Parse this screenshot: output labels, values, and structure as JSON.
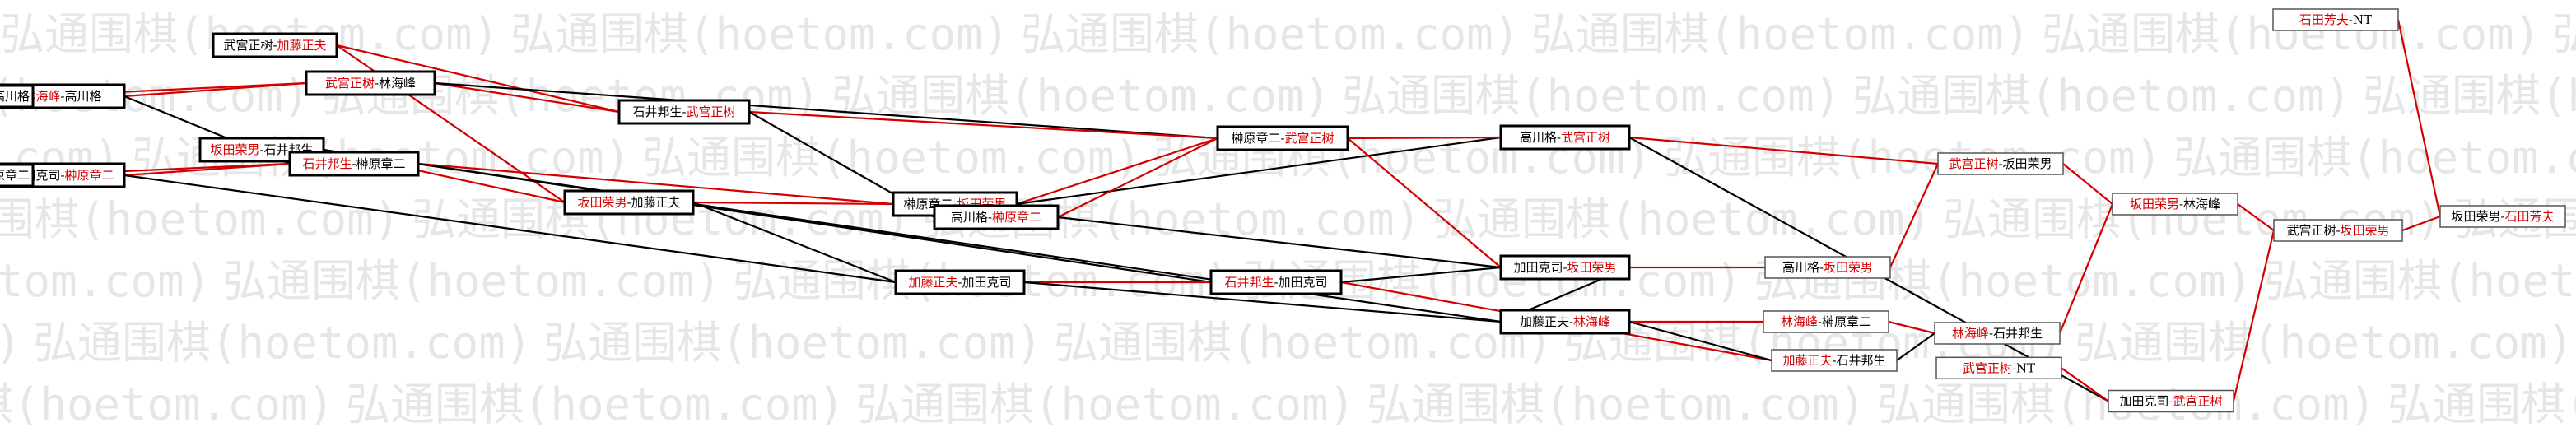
{
  "watermark": "弘通围棋(hoetom.com)",
  "colors": {
    "win": "#d40000",
    "loss": "#000000",
    "box_bold": "#000000",
    "box_light": "#555555",
    "watermark": "#d2d2d2"
  },
  "nodes": [
    {
      "id": "n1",
      "a": "武宫正树",
      "b": "加藤正夫",
      "winner": "b",
      "bold": true
    },
    {
      "id": "n2",
      "a": "林海峰",
      "b": "高川格",
      "winner": "a",
      "bold": true
    },
    {
      "id": "n3",
      "a": "武宫正树",
      "b": "林海峰",
      "winner": "a",
      "bold": true
    },
    {
      "id": "n4",
      "a": "坂田荣男",
      "b": "石井邦生",
      "winner": "a",
      "bold": true
    },
    {
      "id": "n5",
      "a": "加田克司",
      "b": "榊原章二",
      "winner": "b",
      "bold": true
    },
    {
      "id": "n6",
      "a": "石井邦生",
      "b": "榊原章二",
      "winner": "a",
      "bold": true
    },
    {
      "id": "n7",
      "a": "坂田荣男",
      "b": "加藤正夫",
      "winner": "a",
      "bold": true
    },
    {
      "id": "n8",
      "a": "石井邦生",
      "b": "武宫正树",
      "winner": "b",
      "bold": true
    },
    {
      "id": "n9",
      "a": "榊原章二",
      "b": "坂田荣男",
      "winner": "b",
      "bold": true
    },
    {
      "id": "n10",
      "a": "高川格",
      "b": "榊原章二",
      "winner": "b",
      "bold": true
    },
    {
      "id": "n11",
      "a": "加藤正夫",
      "b": "加田克司",
      "winner": "a",
      "bold": true
    },
    {
      "id": "n12",
      "a": "榊原章二",
      "b": "武宫正树",
      "winner": "b",
      "bold": true
    },
    {
      "id": "n13",
      "a": "石井邦生",
      "b": "加田克司",
      "winner": "a",
      "bold": true
    },
    {
      "id": "n14",
      "a": "高川格",
      "b": "武宫正树",
      "winner": "b",
      "bold": true
    },
    {
      "id": "n15",
      "a": "加田克司",
      "b": "坂田荣男",
      "winner": "b",
      "bold": true
    },
    {
      "id": "n16",
      "a": "加藤正夫",
      "b": "林海峰",
      "winner": "b",
      "bold": true
    },
    {
      "id": "n17",
      "a": "武宫正树",
      "b": "坂田荣男",
      "winner": "a",
      "bold": false
    },
    {
      "id": "n18",
      "a": "高川格",
      "b": "坂田荣男",
      "winner": "b",
      "bold": false
    },
    {
      "id": "n19",
      "a": "林海峰",
      "b": "榊原章二",
      "winner": "a",
      "bold": false
    },
    {
      "id": "n20",
      "a": "加藤正夫",
      "b": "石井邦生",
      "winner": "a",
      "bold": false
    },
    {
      "id": "n21",
      "a": "林海峰",
      "b": "石井邦生",
      "winner": "a",
      "bold": false
    },
    {
      "id": "n22",
      "a": "武宫正树",
      "b": "NT",
      "winner": "a",
      "bold": false
    },
    {
      "id": "n23",
      "a": "坂田荣男",
      "b": "林海峰",
      "winner": "a",
      "bold": false
    },
    {
      "id": "n24",
      "a": "加田克司",
      "b": "武宫正树",
      "winner": "b",
      "bold": false
    },
    {
      "id": "n25",
      "a": "石田芳夫",
      "b": "NT",
      "winner": "a",
      "bold": false
    },
    {
      "id": "n26",
      "a": "武宫正树",
      "b": "坂田荣男",
      "winner": "b",
      "bold": false
    },
    {
      "id": "n27",
      "a": "坂田荣男",
      "b": "石田芳夫",
      "winner": "b",
      "bold": false
    }
  ],
  "stubs": [
    {
      "id": "s1",
      "text": "加田克司-榊原章二",
      "winner": "b"
    },
    {
      "id": "s2",
      "text": "…林海峰-高川格",
      "winner": "a"
    }
  ],
  "edges": [
    {
      "from": "n1",
      "to": "n8",
      "result": "win"
    },
    {
      "from": "n1",
      "to": "n7",
      "result": "win"
    },
    {
      "from": "n2",
      "to": "n3",
      "result": "win"
    },
    {
      "from": "n2",
      "to": "n6",
      "result": "loss"
    },
    {
      "from": "n3",
      "to": "n8",
      "result": "win"
    },
    {
      "from": "n3",
      "to": "n12",
      "result": "loss"
    },
    {
      "from": "n4",
      "to": "n7",
      "result": "win"
    },
    {
      "from": "n4",
      "to": "n13",
      "result": "loss"
    },
    {
      "from": "n5",
      "to": "n6",
      "result": "win"
    },
    {
      "from": "n5",
      "to": "n11",
      "result": "loss"
    },
    {
      "from": "n6",
      "to": "n9",
      "result": "win"
    },
    {
      "from": "n6",
      "to": "n16",
      "result": "loss"
    },
    {
      "from": "n7",
      "to": "n9",
      "result": "win"
    },
    {
      "from": "n7",
      "to": "n11",
      "result": "loss"
    },
    {
      "from": "n8",
      "to": "n12",
      "result": "win"
    },
    {
      "from": "n8",
      "to": "n10",
      "result": "loss"
    },
    {
      "from": "n9",
      "to": "n12",
      "result": "win"
    },
    {
      "from": "n9",
      "to": "n14",
      "result": "loss"
    },
    {
      "from": "n10",
      "to": "n12",
      "result": "win"
    },
    {
      "from": "n10",
      "to": "n15",
      "result": "loss"
    },
    {
      "from": "n11",
      "to": "n13",
      "result": "win"
    },
    {
      "from": "n11",
      "to": "n16",
      "result": "loss"
    },
    {
      "from": "n12",
      "to": "n14",
      "result": "win"
    },
    {
      "from": "n12",
      "to": "n15",
      "result": "win"
    },
    {
      "from": "n13",
      "to": "n15",
      "result": "loss"
    },
    {
      "from": "n13",
      "to": "n20",
      "result": "win"
    },
    {
      "from": "n14",
      "to": "n17",
      "result": "win"
    },
    {
      "from": "n14",
      "to": "n24",
      "result": "loss"
    },
    {
      "from": "n15",
      "to": "n18",
      "result": "win"
    },
    {
      "from": "n15",
      "to": "n16",
      "result": "loss"
    },
    {
      "from": "n16",
      "to": "n19",
      "result": "win"
    },
    {
      "from": "n16",
      "to": "n20",
      "result": "loss"
    },
    {
      "from": "n18",
      "to": "n17",
      "result": "win"
    },
    {
      "from": "n19",
      "to": "n21",
      "result": "win"
    },
    {
      "from": "n20",
      "to": "n21",
      "result": "loss"
    },
    {
      "from": "n17",
      "to": "n23",
      "result": "win"
    },
    {
      "from": "n21",
      "to": "n23",
      "result": "win"
    },
    {
      "from": "n22",
      "to": "n24",
      "result": "win"
    },
    {
      "from": "n23",
      "to": "n26",
      "result": "win"
    },
    {
      "from": "n24",
      "to": "n26",
      "result": "win"
    },
    {
      "from": "n25",
      "to": "n27",
      "result": "win"
    },
    {
      "from": "n26",
      "to": "n27",
      "result": "win"
    },
    {
      "from": "s1",
      "to": "n6",
      "result": "win"
    },
    {
      "from": "s2",
      "to": "n3",
      "result": "win"
    }
  ]
}
